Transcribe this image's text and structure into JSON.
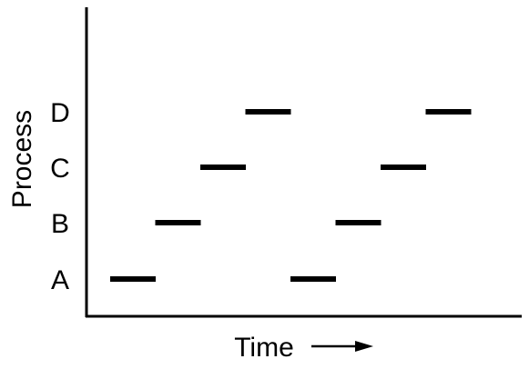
{
  "diagram": {
    "y_axis_label": "Process",
    "x_axis_label": "Time",
    "x_axis_arrow": "right-arrow",
    "processes": [
      "A",
      "B",
      "C",
      "D"
    ],
    "bar_color": "#000000",
    "axis_color": "#000000",
    "slices": [
      {
        "process": "A",
        "step": 1
      },
      {
        "process": "B",
        "step": 2
      },
      {
        "process": "C",
        "step": 3
      },
      {
        "process": "D",
        "step": 4
      },
      {
        "process": "A",
        "step": 5
      },
      {
        "process": "B",
        "step": 6
      },
      {
        "process": "C",
        "step": 7
      },
      {
        "process": "D",
        "step": 8
      }
    ]
  }
}
